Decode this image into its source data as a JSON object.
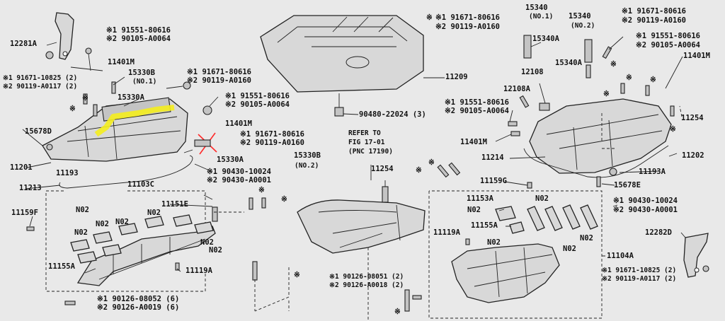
{
  "title": "",
  "colors": {
    "highlight": "#f5ee1e",
    "mark": "#ff2a2a"
  },
  "left_head": {
    "l12281a": "12281A",
    "l91551_a": "※1 91551-80616",
    "l90105_a": "※2 90105-A0064",
    "l11401m_a": "11401M",
    "l91671_a": "※1 91671-10825 (2)",
    "l90119_a": "※2 90119-A0117 (2)",
    "l15330b_a": "15330B",
    "l15330b_a_sub": "(NO.1)",
    "l15330a_a": "15330A",
    "l91671_b": "※1 91671-80616",
    "l90119_b": "※2 90119-A0160",
    "l91551_b": "※1 91551-80616",
    "l90105_b": "※2 90105-A0064",
    "l11401m_b": "11401M",
    "l15678d": "15678D",
    "l91671_c": "※1 91671-80616",
    "l90119_c": "※2 90119-A0160",
    "l15330a_b": "15330A",
    "l15330b_b": "15330B",
    "l15330b_b_sub": "(NO.2)",
    "l11201": "11201",
    "l11193": "11193",
    "l90430_a": "※1 90430-10024",
    "l90430_b": "※2 90430-A0001",
    "l11213": "11213",
    "l11103c": "11103C",
    "mark_x_a": "※",
    "mark_x_b": "※",
    "mark_x_c": "※",
    "mark_x_d": "※"
  },
  "left_lower": {
    "l11159f": "11159F",
    "l11151e": "11151E",
    "n02_1": "N02",
    "n02_2": "N02",
    "n02_3": "N02",
    "n02_4": "N02",
    "n02_5": "N02",
    "n02_6": "N02",
    "n02_7": "N02",
    "l11155a": "11155A",
    "l11119a": "11119A",
    "l90126_a": "※1 90126-08052 (6)",
    "l90126_b": "※2 90126-A0019 (6)"
  },
  "center": {
    "l11209": "11209",
    "l90480": "90480-22024 (3)",
    "refer1": "REFER TO",
    "refer2": "FIG 17-01",
    "refer3": "(PNC 17190)",
    "l11254_c": "11254",
    "l90126_c": "※1 90126-08051 (2)",
    "l90126_d": "※2 90126-A0018 (2)",
    "mark_x_e": "※",
    "mark_x_f": "※",
    "mark_x_g": "※"
  },
  "right_head": {
    "l15340_1": "15340",
    "l15340_1_sub": "(NO.1)",
    "l15340_2": "15340",
    "l15340_2_sub": "(NO.2)",
    "l15340a_1": "15340A",
    "l15340a_2": "15340A",
    "l91671_d": "※1 91671-80616",
    "l90119_d": "※2 90119-A0160",
    "l91671_e": "※1 91671-80616",
    "l90119_e": "※2 90119-A0160",
    "l91551_c": "※1 91551-80616",
    "l90105_c": "※2 90105-A0064",
    "l11401m_c": "11401M",
    "l12108": "12108",
    "l12108a": "12108A",
    "l91551_d": "※1 91551-80616",
    "l90105_d": "※2 90105-A0064",
    "l11254_r": "11254",
    "l11401m_d": "11401M",
    "l11214": "11214",
    "l11202": "11202",
    "l11193a": "11193A",
    "l11159g": "11159G",
    "l15678e": "15678E",
    "mark_x_h": "※",
    "mark_x_i": "※",
    "mark_x_j": "※",
    "mark_x_k": "※",
    "mark_x_l": "※",
    "mark_x_m": "※",
    "mark_x_n": "※"
  },
  "right_lower": {
    "l11153a": "11153A",
    "n02_a": "N02",
    "n02_b": "N02",
    "n02_c": "N02",
    "n02_d": "N02",
    "n02_e": "N02",
    "l11155a_r": "11155A",
    "l11119a_r": "11119A",
    "l11104a": "11104A",
    "l90430_c": "※1 90430-10024",
    "l90430_d": "※2 90430-A0001",
    "l12282d": "12282D",
    "l91671_f": "※1 91671-10825 (2)",
    "l90119_f": "※2 90119-A0117 (2)"
  }
}
